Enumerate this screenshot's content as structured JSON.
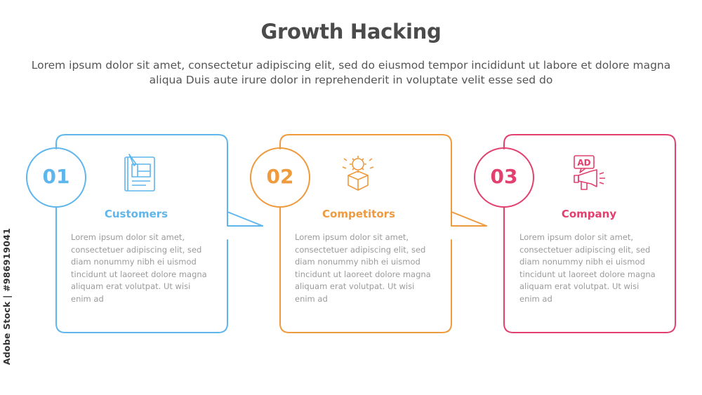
{
  "page": {
    "title": "Growth Hacking",
    "subtitle": "Lorem ipsum dolor sit amet, consectetur adipiscing elit, sed do eiusmod tempor incididunt ut labore et dolore magna aliqua Duis aute irure dolor in reprehenderit in voluptate velit esse sed do"
  },
  "watermark": "Adobe Stock | #986919041",
  "colors": {
    "step1": "#5fb6ec",
    "step2": "#ee9a3d",
    "step3": "#e2406f"
  },
  "steps": [
    {
      "number": "01",
      "heading": "Customers",
      "icon": "blueprint-document-icon",
      "text": "Lorem ipsum dolor sit amet, consectetuer adipiscing elit, sed diam nonummy nibh ei uismod tincidunt ut laoreet dolore magna aliquam erat volutpat. Ut wisi enim ad"
    },
    {
      "number": "02",
      "heading": "Competitors",
      "icon": "box-gear-icon",
      "text": "Lorem ipsum dolor sit amet, consectetuer adipiscing elit, sed diam nonummy nibh ei uismod tincidunt ut laoreet dolore magna aliquam erat volutpat. Ut wisi enim ad"
    },
    {
      "number": "03",
      "heading": "Company",
      "icon": "ad-megaphone-icon",
      "text": "Lorem ipsum dolor sit amet, consectetuer adipiscing elit, sed diam nonummy nibh ei uismod tincidunt ut laoreet dolore magna aliquam erat volutpat. Ut wisi enim ad"
    }
  ]
}
